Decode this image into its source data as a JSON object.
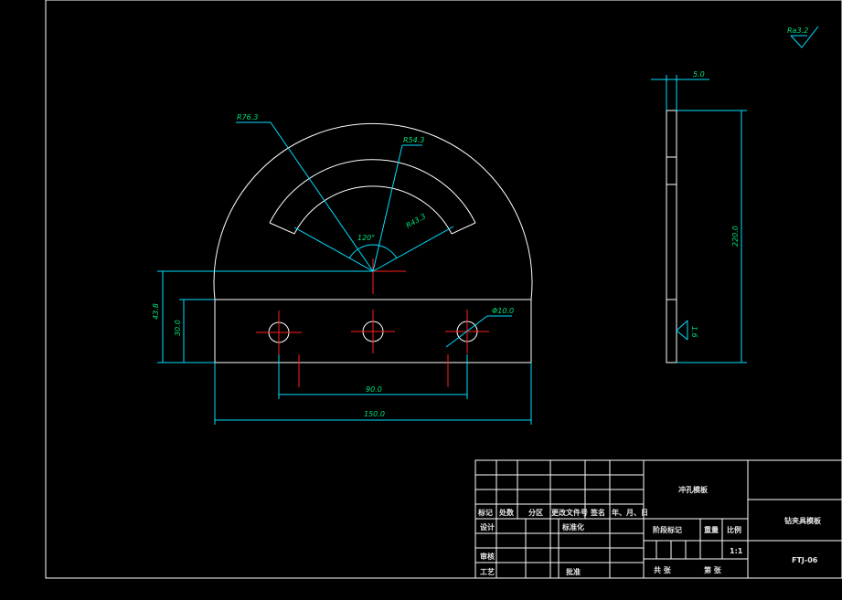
{
  "drawing": {
    "roughness_label": "Ra3.2",
    "dim_r76": "R76.3",
    "dim_r54": "R54.3",
    "dim_r43": "R43.3",
    "dim_angle": "120°",
    "dim_phi10": "Φ10.0",
    "dim_43": "43.8",
    "dim_30": "30.0",
    "dim_90": "90.0",
    "dim_150": "150.0",
    "dim_5": "5.0",
    "dim_220": "220.0",
    "dim_16": "1.6"
  },
  "title_block": {
    "h_mark": "标记",
    "h_count": "处数",
    "h_zone": "分区",
    "h_docno": "更改文件号",
    "h_sign": "签名",
    "h_date": "年、月、日",
    "r_design": "设计",
    "r_standard": "标准化",
    "r_review": "审核",
    "r_process": "工艺",
    "r_approve": "批准",
    "company": "冲孔模板",
    "phase": "阶段标记",
    "weight": "重量",
    "scale": "比例",
    "scale_value": "1:1",
    "sheet_total": "共 张",
    "sheet_num": "第 张",
    "part_name": "钻夹具模板",
    "drawing_no": "FTJ-06"
  },
  "colors": {
    "outline": "#ffffff",
    "dimension": "#00e0ff",
    "dim_text": "#00e07a",
    "center": "#ff2020"
  }
}
